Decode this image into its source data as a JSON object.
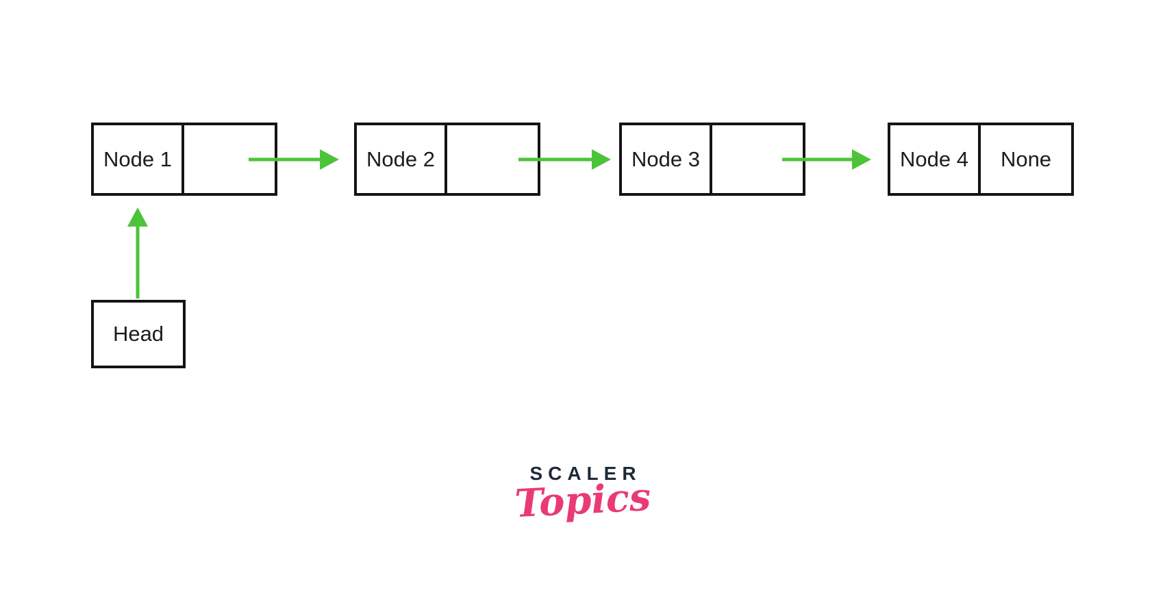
{
  "canvas": {
    "background": "#ffffff"
  },
  "diagram": {
    "type": "singly-linked-list",
    "nodes": [
      {
        "label": "Node 1",
        "pointer": ""
      },
      {
        "label": "Node 2",
        "pointer": ""
      },
      {
        "label": "Node 3",
        "pointer": ""
      },
      {
        "label": "Node 4",
        "pointer": "None"
      }
    ],
    "head": {
      "label": "Head"
    },
    "colors": {
      "arrow": "#4dc33a",
      "box_border": "#141414",
      "text": "#1c1c1c"
    }
  },
  "logo": {
    "brand": "SCALER",
    "wordmark": "Topics",
    "colors": {
      "brand": "#1e2939",
      "wordmark": "#ea3a76"
    }
  }
}
